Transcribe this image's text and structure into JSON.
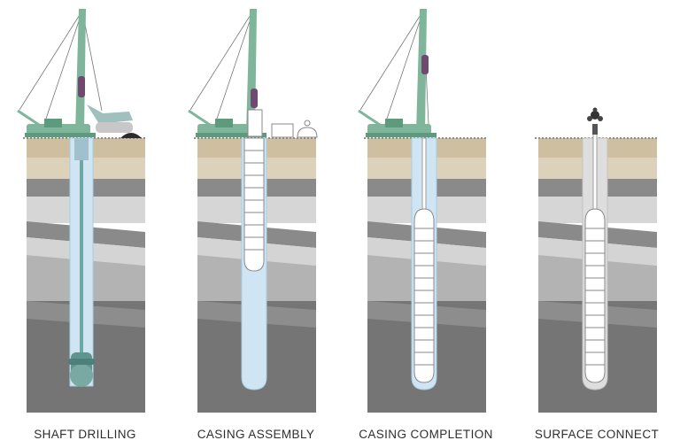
{
  "stages": [
    {
      "id": "shaft-drilling",
      "label": "SHAFT DRILLING"
    },
    {
      "id": "casing-assembly",
      "label": "CASING ASSEMBLY"
    },
    {
      "id": "casing-completion",
      "label": "CASING COMPLETION"
    },
    {
      "id": "surface-connect",
      "label": "SURFACE CONNECT"
    }
  ],
  "colors": {
    "rig": "#7fb59b",
    "rig_dark": "#5e9a7e",
    "topsoil": "#cdbf9f",
    "layer_light": "#d9d9d9",
    "layer_mid": "#b9b9b9",
    "layer_dark": "#8a8a8a",
    "bedrock": "#6e6e6e",
    "shaft_fill": "#cfe5f3",
    "casing": "#ffffff",
    "caption": "#2e2e2e"
  }
}
